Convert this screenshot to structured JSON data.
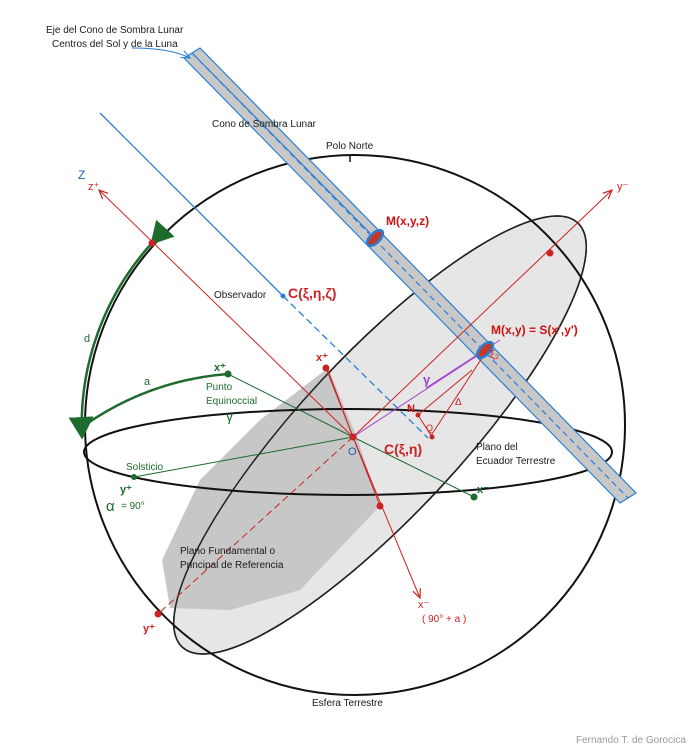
{
  "labels": {
    "shadow_axis_1": "Eje del Cono de Sombra Lunar",
    "shadow_axis_2": "Centros del Sol y de la Luna",
    "shadow_cone": "Cono de Sombra Lunar",
    "north_pole": "Polo Norte",
    "z": "Z",
    "z_plus": "z⁺",
    "y_minus": "y⁻",
    "m_xyz": "M(x,y,z)",
    "observer": "Observador",
    "c_xi_eta_zeta": "C(ξ,η,ζ)",
    "m_xy": "M(x,y) = S(x',y')",
    "d": "d",
    "x_plus_a": "x⁺",
    "x_plus_b": "x⁺",
    "a": "a",
    "punto": "Punto",
    "equinoccial": "Equinoccial",
    "gamma_symbol": "γ",
    "gamma_purple": "γ",
    "xi2": "ξ₂",
    "n": "N",
    "delta": "Δ",
    "q": "Q",
    "o": "O",
    "c_xi_eta": "C(ξ,η)",
    "plano_ecuador_1": "Plano del",
    "plano_ecuador_2": "Ecuador Terrestre",
    "solsticio": "Solsticio",
    "y_plus_left": "y⁺",
    "alpha": "α",
    "alpha_val": "= 90°",
    "x_minus_right": "x⁻",
    "plano_fund_1": "Plano Fundamental o",
    "plano_fund_2": "Principal de Referencia",
    "x_minus_bottom": "x⁻",
    "x_minus_angle": "( 90° + a )",
    "y_plus_bottom": "y⁺",
    "esfera": "Esfera Terrestre",
    "credit": "Fernando T. de Gorocica"
  },
  "colors": {
    "red": "#cc2222",
    "green": "#1e6b2e",
    "blue": "#1a5fb4",
    "purple": "#a040d0",
    "gray_fill": "#c9c9c9",
    "light_fill": "#e8e8e8"
  }
}
